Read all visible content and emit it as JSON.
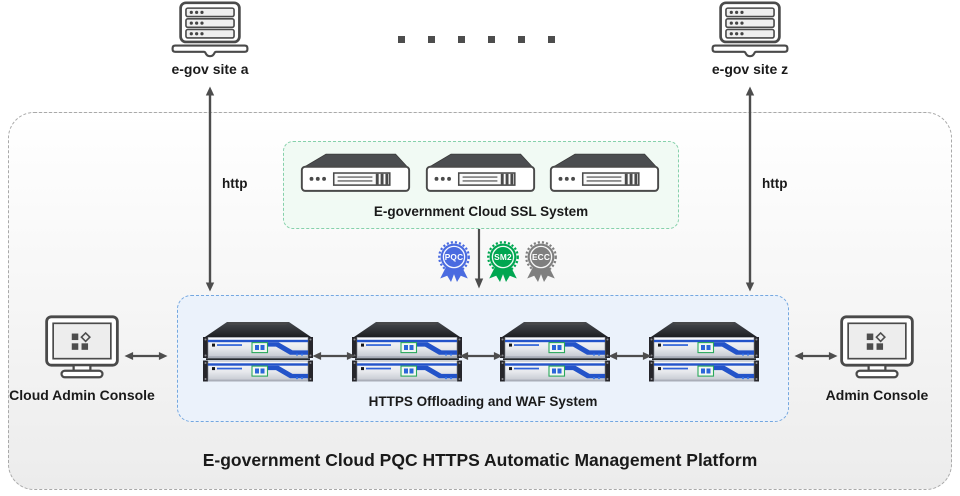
{
  "title": "E-government Cloud PQC HTTPS Automatic Management Platform",
  "sites": {
    "site_a_label": "e-gov site a",
    "site_z_label": "e-gov site z",
    "ellipsis_dot_count": 6
  },
  "http_links": {
    "left_label": "http",
    "right_label": "http"
  },
  "ssl_system": {
    "title": "E-government Cloud SSL System",
    "server_count": 3
  },
  "crypto_badges": [
    {
      "label": "PQC",
      "color": "#4a6be0"
    },
    {
      "label": "SM2",
      "color": "#00a651"
    },
    {
      "label": "ECC",
      "color": "#7f7f7f"
    }
  ],
  "waf_system": {
    "title": "HTTPS Offloading and WAF System",
    "cluster_count": 4
  },
  "consoles": {
    "cloud_admin_label": "Cloud Admin Console",
    "admin_label": "Admin Console"
  },
  "icons": {
    "site": "server-rack-icon",
    "ellipsis": "dots-ellipsis",
    "ssl_node": "rack-appliance-icon",
    "waf_node": "gateway-appliance-stack-icon",
    "console": "monitor-icon",
    "link_horizontal": "double-arrow-horizontal-icon",
    "link_vertical": "double-arrow-vertical-icon",
    "deploy": "down-arrow-icon",
    "badge": "medal-badge-icon"
  },
  "colors": {
    "outer_box_border": "#aaaaaa",
    "outer_box_bg_bottom": "#ebebeb",
    "ssl_box_border": "#86d1ab",
    "ssl_box_bg": "#f1faf4",
    "waf_box_border": "#74a7e0",
    "waf_box_bg": "#ebf2fb",
    "arrow": "#4d4d4d",
    "label_text": "#1a1a1a"
  }
}
